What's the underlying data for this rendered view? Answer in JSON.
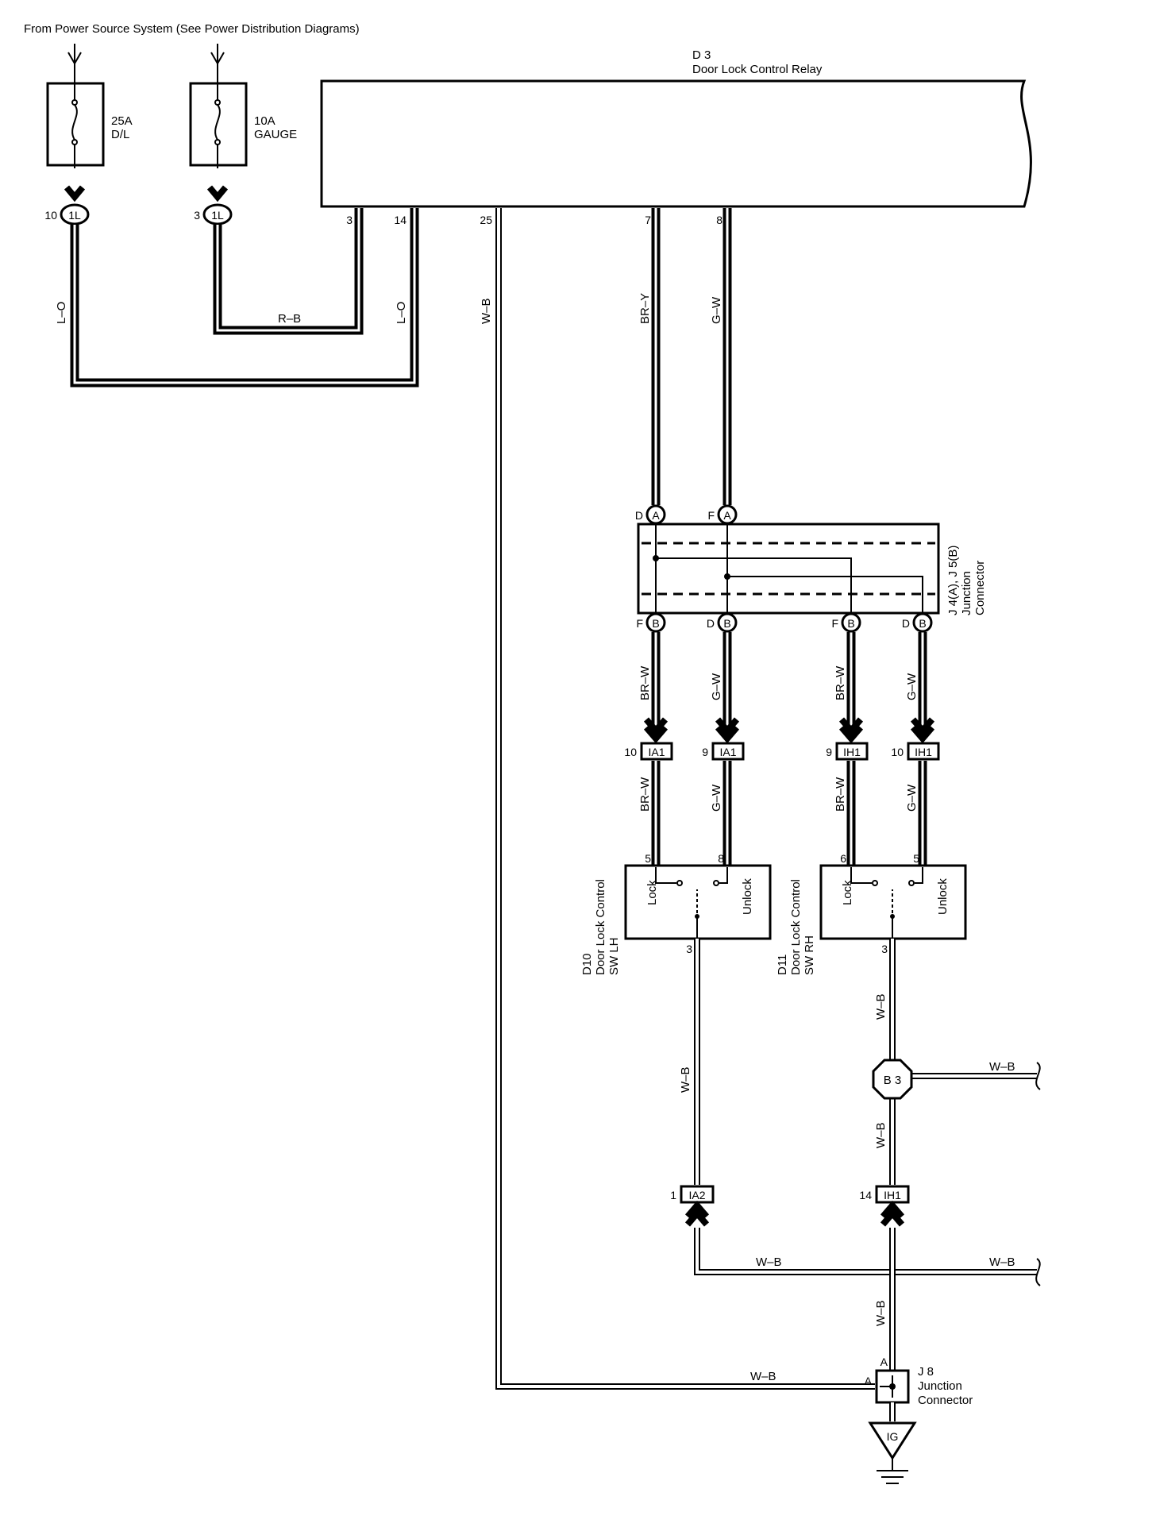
{
  "header": {
    "source": "From Power Source System (See Power Distribution Diagrams)"
  },
  "fuses": [
    {
      "rating": "25A",
      "name": "D/L",
      "pin": "10",
      "connector": "1L"
    },
    {
      "rating": "10A",
      "name": "GAUGE",
      "pin": "3",
      "connector": "1L"
    }
  ],
  "relay": {
    "code": "D 3",
    "name": "Door Lock Control Relay",
    "pins": [
      "3",
      "14",
      "25",
      "7",
      "8"
    ]
  },
  "wires": {
    "lo": "L–O",
    "rb": "R–B",
    "wb": "W–B",
    "bry": "BR–Y",
    "gw": "G–W",
    "brw": "BR–W"
  },
  "junction_connector": {
    "title_line1": "J 4(A), J 5(B)",
    "title_line2": "Junction",
    "title_line3": "Connector",
    "top_pins": [
      {
        "pin": "D",
        "conn": "A"
      },
      {
        "pin": "F",
        "conn": "A"
      }
    ],
    "bottom_pins": [
      {
        "pin": "F",
        "conn": "B"
      },
      {
        "pin": "D",
        "conn": "B"
      },
      {
        "pin": "F",
        "conn": "B"
      },
      {
        "pin": "D",
        "conn": "B"
      }
    ]
  },
  "inline_connectors": [
    {
      "pin": "10",
      "name": "IA1"
    },
    {
      "pin": "9",
      "name": "IA1"
    },
    {
      "pin": "9",
      "name": "IH1"
    },
    {
      "pin": "10",
      "name": "IH1"
    },
    {
      "pin": "1",
      "name": "IA2"
    },
    {
      "pin": "14",
      "name": "IH1"
    }
  ],
  "switches": [
    {
      "code": "D10",
      "line1": "Door Lock Control",
      "line2": "SW LH",
      "pin_lock": "5",
      "pin_unlock": "8",
      "pin_gnd": "3",
      "lock": "Lock",
      "unlock": "Unlock"
    },
    {
      "code": "D11",
      "line1": "Door Lock Control",
      "line2": "SW RH",
      "pin_lock": "6",
      "pin_unlock": "5",
      "pin_gnd": "3",
      "lock": "Lock",
      "unlock": "Unlock"
    }
  ],
  "splice": {
    "name": "B 3"
  },
  "j8": {
    "code": "J 8",
    "line1": "Junction",
    "line2": "Connector",
    "pin_a": "A"
  },
  "ground": {
    "name": "IG"
  }
}
